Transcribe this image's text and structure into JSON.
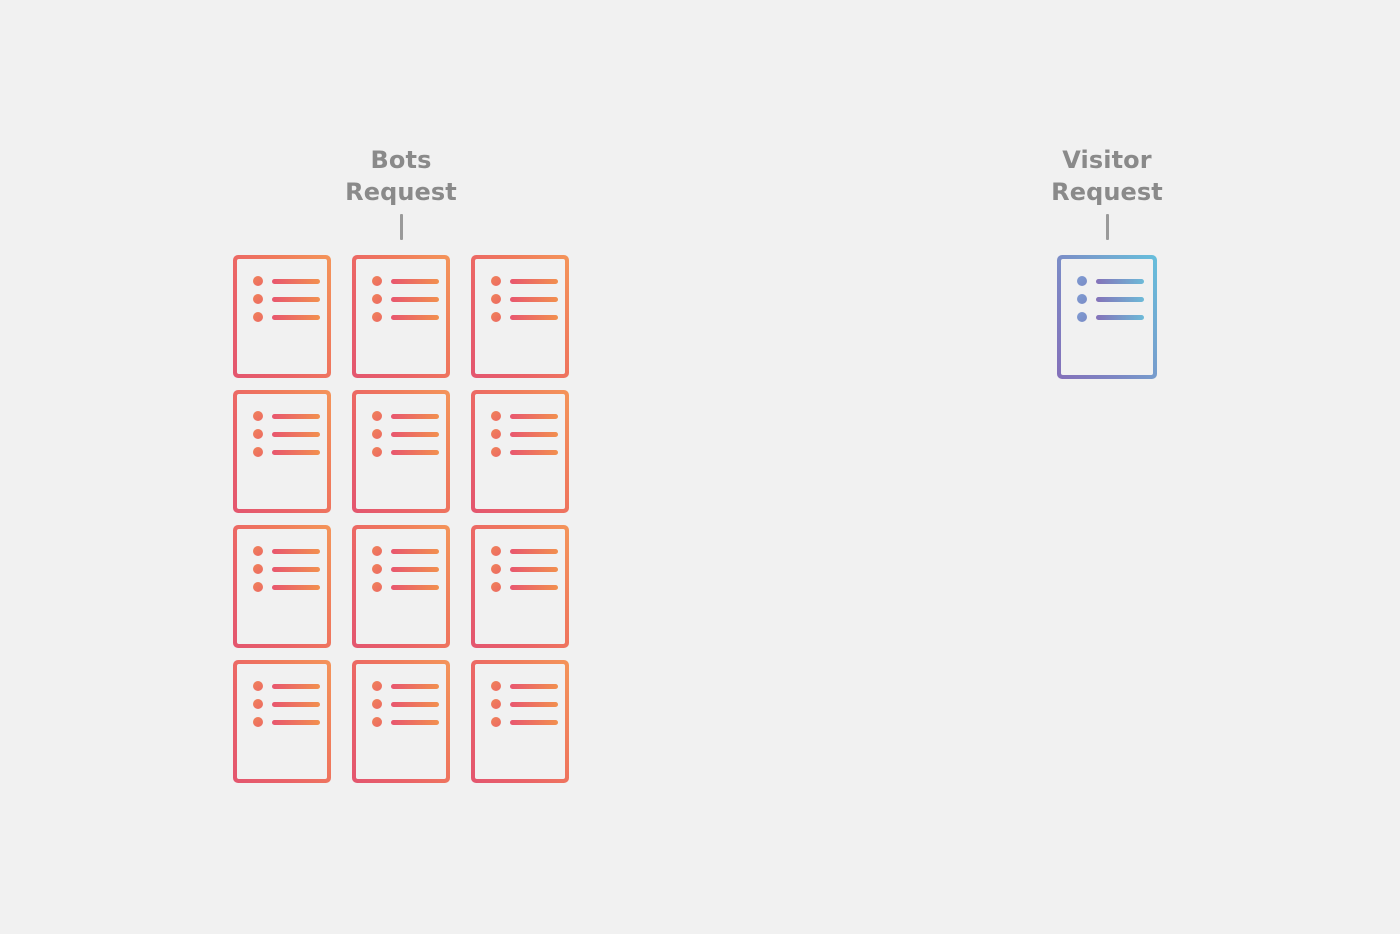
{
  "page": {
    "background_color": "#f1f1f1",
    "title": "Bots Request vs Visitor Request"
  },
  "colors": {
    "label_text": "#8a8a8a",
    "connector": "#9a9a9a",
    "bots_gradient_start": "#e8566f",
    "bots_gradient_end": "#f2904f",
    "visitor_gradient_start": "#8572b8",
    "visitor_gradient_end": "#6bbcd9"
  },
  "groups": {
    "bots": {
      "label": "Bots\nRequest",
      "label_line1": "Bots",
      "label_line2": "Request",
      "connector_icon": "vertical-tick-icon",
      "card_count": 12,
      "columns": 3,
      "rows": 4,
      "card_icon": "document-list-icon",
      "cards": [
        {
          "bullets": 3
        },
        {
          "bullets": 3
        },
        {
          "bullets": 3
        },
        {
          "bullets": 3
        },
        {
          "bullets": 3
        },
        {
          "bullets": 3
        },
        {
          "bullets": 3
        },
        {
          "bullets": 3
        },
        {
          "bullets": 3
        },
        {
          "bullets": 3
        },
        {
          "bullets": 3
        },
        {
          "bullets": 3
        }
      ]
    },
    "visitor": {
      "label": "Visitor\nRequest",
      "label_line1": "Visitor",
      "label_line2": "Request",
      "connector_icon": "vertical-tick-icon",
      "card_count": 1,
      "columns": 1,
      "rows": 1,
      "card_icon": "document-list-icon",
      "cards": [
        {
          "bullets": 3
        }
      ]
    }
  }
}
